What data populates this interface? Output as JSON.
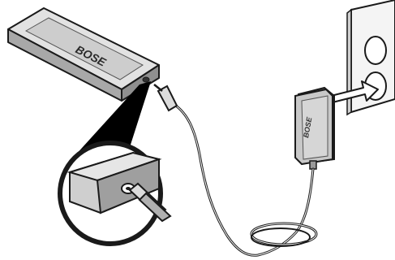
{
  "device": {
    "brand_mark": "BOSE",
    "icon": "usb-link-device"
  },
  "adapter": {
    "brand_mark": "BOSE",
    "icon": "power-adapter"
  },
  "wall_outlet": {
    "icon": "wall-outlet"
  },
  "arrow": {
    "icon": "plug-in-arrow"
  },
  "callout": {
    "icon": "magnified-port-detail"
  },
  "colors": {
    "line": "#1a1a1a",
    "gray_light": "#dcdcdc",
    "gray_mid": "#b9b9b9",
    "gray_dark": "#8a8a8a",
    "shadow": "#000000"
  }
}
